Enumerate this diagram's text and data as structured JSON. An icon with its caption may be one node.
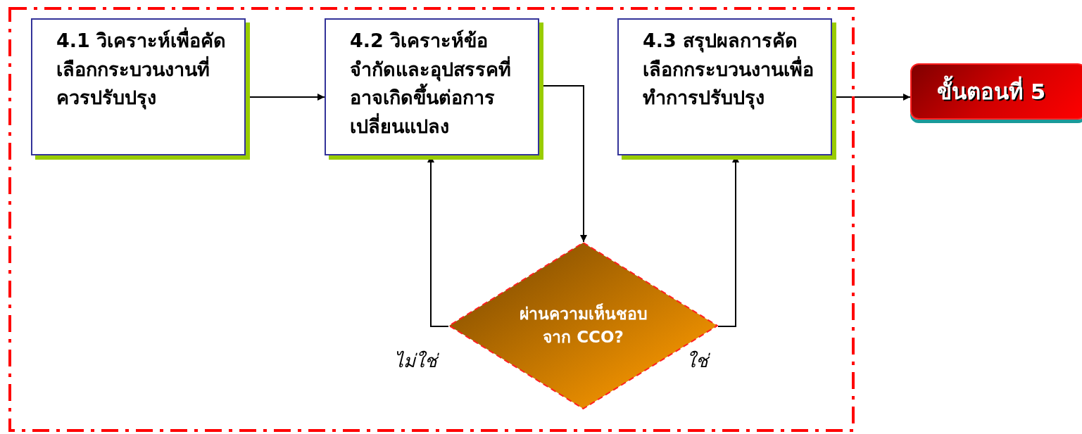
{
  "diagram": {
    "nodes": [
      {
        "text": [],
        "shape": "box"
      },
      {
        "text": [
          "4.1 วิเคราะห์เพื่อคัดเลือกกระบวนงานที่ควรปรับปรุง"
        ],
        "in": 0
      },
      {
        "text": [
          "4.2 วิเคราะห์ข้อจำกัดและอุปสรรคที่อาจเกิดขึ้นต่อการเปลี่ยนแปลง"
        ],
        "in": 0
      },
      {
        "text": [
          "4.3 สรุปผลการคัดเลือกกระบวนงานเพื่อทำการปรับปรุง"
        ],
        "in": 0
      },
      {
        "text": [
          "ผ่านความเห็นชอบจาก CCO?"
        ],
        "in": 0
      },
      {
        "text": [
          "ขั้นตอนที่ 5"
        ]
      }
    ],
    "edges": [
      {
        "from": 1,
        "to": 2,
        "arrow": "to"
      },
      {
        "from": 2,
        "to": 4,
        "arrow": "to"
      },
      {
        "from": 4,
        "to": 2,
        "arrow": "to",
        "label": "ไม่ใช่"
      },
      {
        "from": 4,
        "to": 3,
        "arrow": "to",
        "label": "ใช่"
      },
      {
        "from": 3,
        "to": 5,
        "arrow": "to"
      }
    ]
  }
}
